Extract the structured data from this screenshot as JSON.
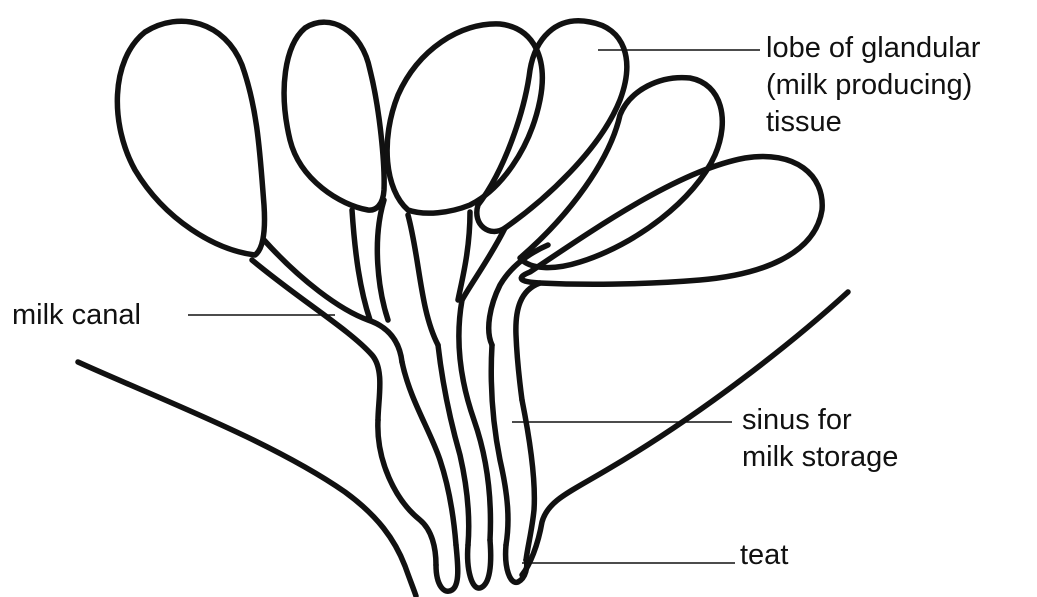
{
  "colors": {
    "ink": "#111111",
    "background": "#ffffff"
  },
  "labels": {
    "lobe": [
      "lobe of glandular",
      "(milk producing)",
      "tissue"
    ],
    "milk_canal": "milk canal",
    "sinus": [
      "sinus for",
      "milk storage"
    ],
    "teat": "teat"
  }
}
